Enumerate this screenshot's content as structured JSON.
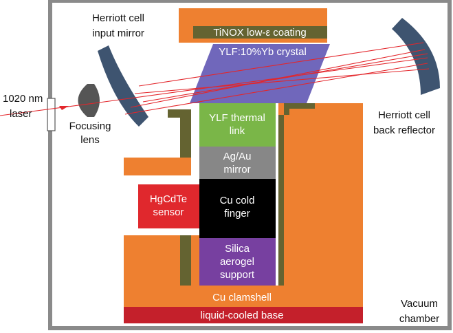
{
  "colors": {
    "chamber_wall": "#8a8a8a",
    "copper": "#ee8030",
    "tinox_coating": "#646331",
    "crystal": "#7067bb",
    "thermal_link": "#7ab648",
    "mirror": "#878787",
    "cold_finger": "#000000",
    "aerogel": "#7740a0",
    "sensor": "#e0282d",
    "base": "#c4202b",
    "herriott_mirror": "#3e5470",
    "laser_beam": "#e3262b"
  },
  "labels": {
    "tinox": "TiNOX low-ε coating",
    "crystal": "YLF:10%Yb crystal",
    "herriott_input_line1": "Herriott cell",
    "herriott_input_line2": "input mirror",
    "herriott_back_line1": "Herriott cell",
    "herriott_back_line2": "back reflector",
    "laser_line1": "1020 nm",
    "laser_line2": "laser",
    "focusing_line1": "Focusing",
    "focusing_line2": "lens",
    "thermal_link_line1": "YLF thermal",
    "thermal_link_line2": "link",
    "mirror_line1": "Ag/Au",
    "mirror_line2": "mirror",
    "sensor_line1": "HgCdTe",
    "sensor_line2": "sensor",
    "cold_finger_line1": "Cu cold",
    "cold_finger_line2": "finger",
    "aerogel_line1": "Silica",
    "aerogel_line2": "aerogel",
    "aerogel_line3": "support",
    "clamshell": "Cu clamshell",
    "base": "liquid-cooled base",
    "vacuum_line1": "Vacuum",
    "vacuum_line2": "chamber"
  }
}
